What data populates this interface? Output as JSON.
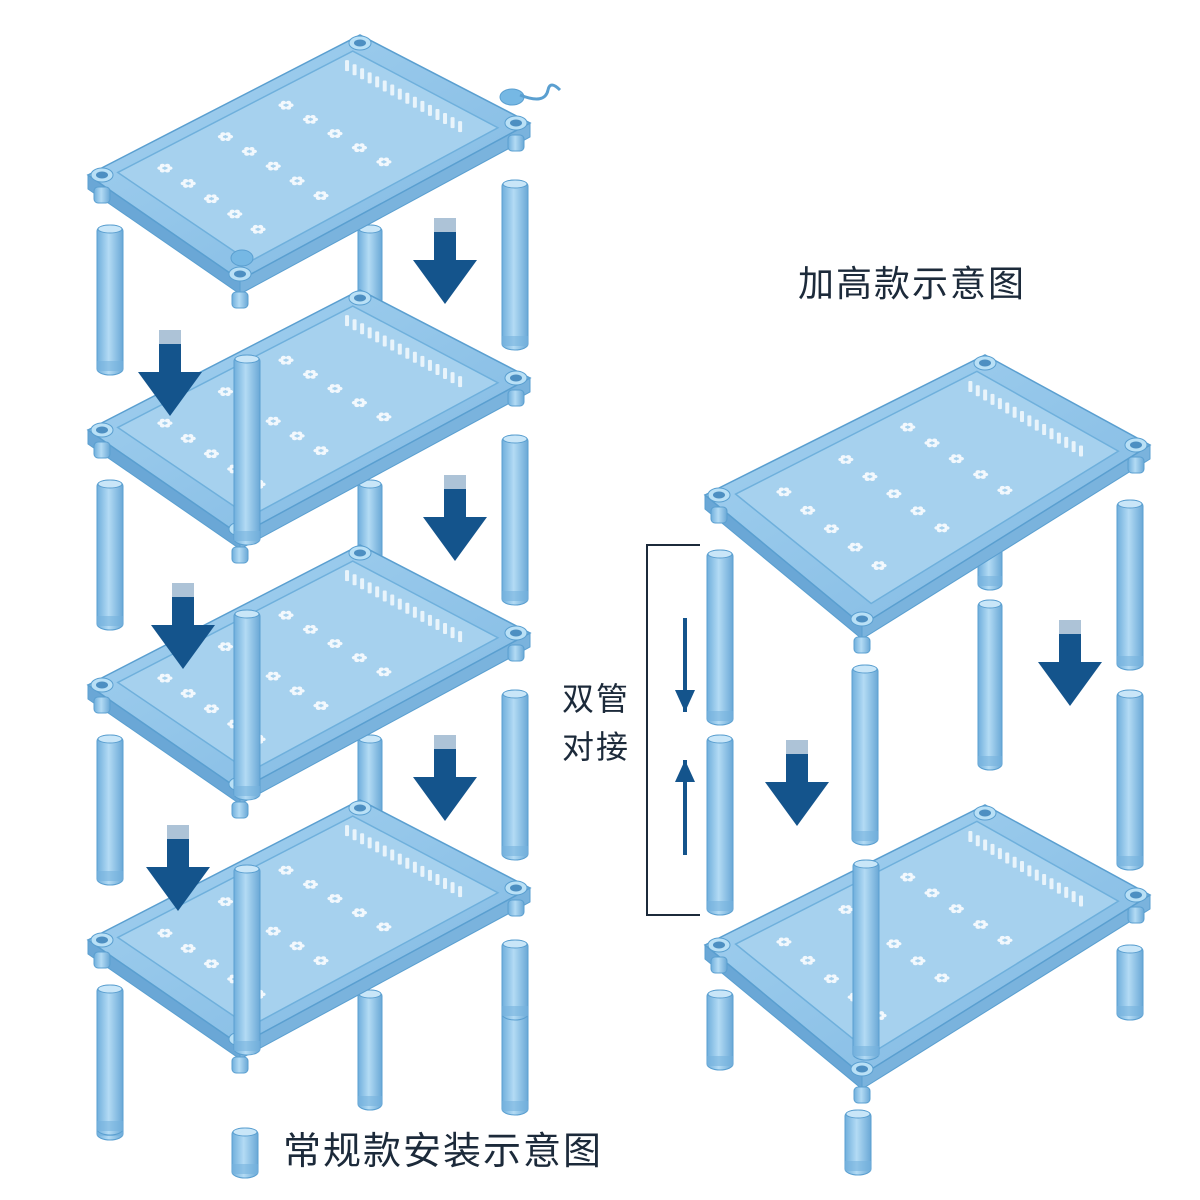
{
  "labels": {
    "heightened_title": "加高款示意图",
    "regular_title": "常规款安装示意图",
    "dual_tube_line1": "双管",
    "dual_tube_line2": "对接"
  },
  "colors": {
    "shelf_fill": "#8cc2e6",
    "shelf_edge": "#5a9fd0",
    "shelf_inner": "#a6d1ee",
    "tube_fill": "#8fc4e8",
    "arrow": "#14548c",
    "bracket": "#1c2a3a",
    "text": "#1c2a3a"
  },
  "diagram": {
    "regular_shelf_count": 4,
    "heightened_shelf_count": 2,
    "large_arrow_count": 8,
    "dual_tube_arrows": [
      "down",
      "up"
    ]
  }
}
